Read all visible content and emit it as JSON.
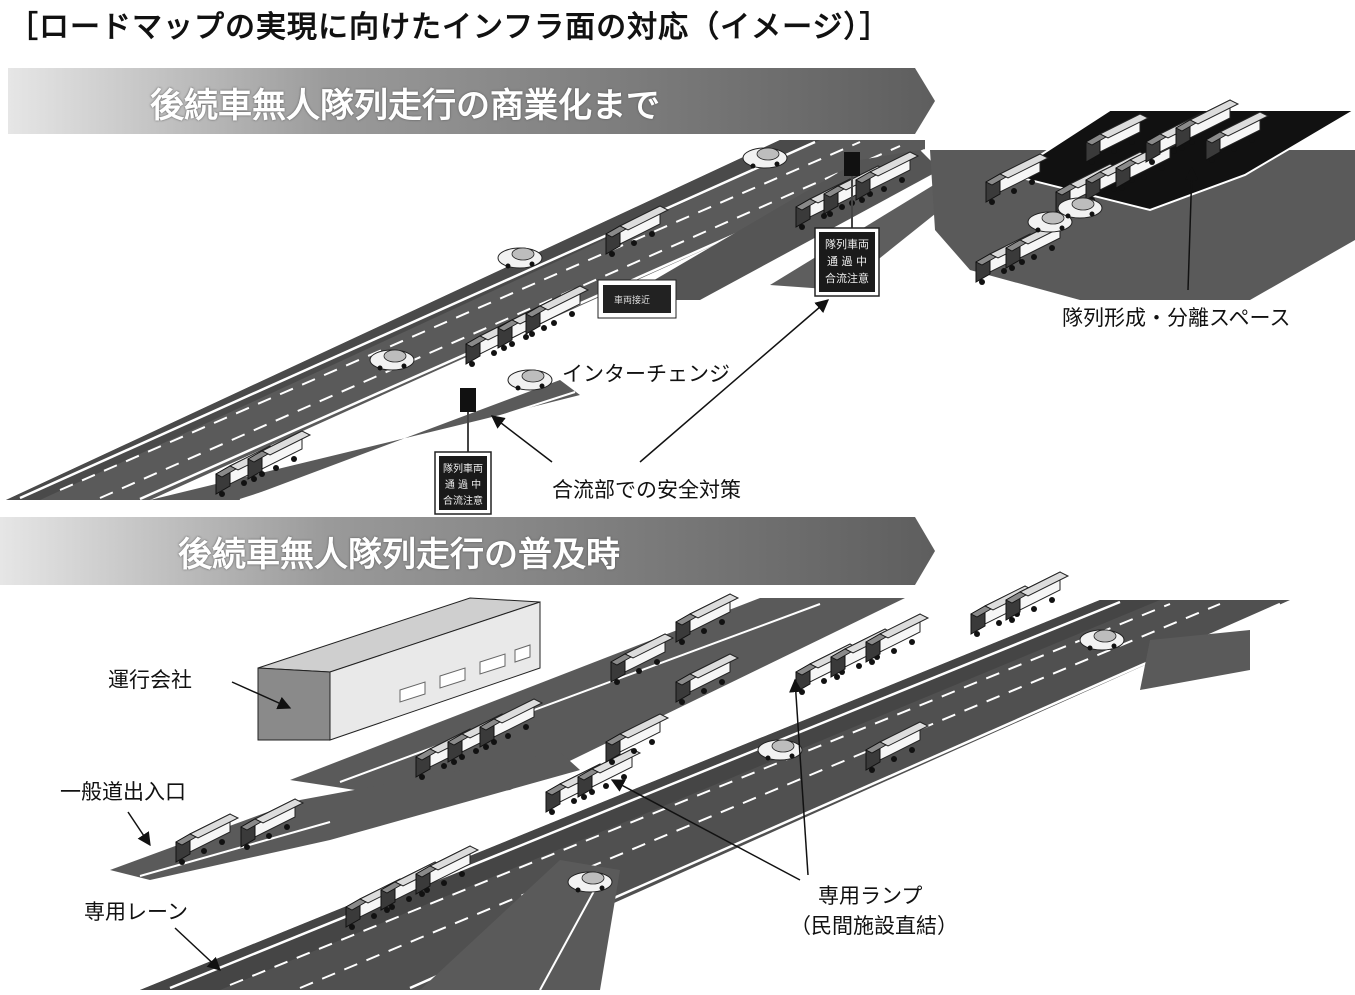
{
  "title": "［ロードマップの実現に向けたインフラ面の対応（イメージ）］",
  "banners": {
    "top": "後続車無人隊列走行の商業化まで",
    "bottom": "後続車無人隊列走行の普及時"
  },
  "labels": {
    "formation_space": "隊列形成・分離スペース",
    "interchange": "インターチェンジ",
    "merge_safety": "合流部での安全対策",
    "operator": "運行会社",
    "general_road": "一般道出入口",
    "dedicated_lane": "専用レーン",
    "dedicated_ramp_line1": "専用ランプ",
    "dedicated_ramp_line2": "（民間施設直結）"
  },
  "signs": {
    "merge_sign": [
      "隊列車両",
      "通 過 中",
      "合流注意"
    ],
    "vms_small": "車両接近"
  },
  "colors": {
    "road": "#5a5a5a",
    "road_edge": "#3a3a3a",
    "banner_dark": "#6e6e6e",
    "banner_light": "#e8e8e8",
    "truck_body": "#f4f4f4",
    "truck_cab": "#3b3b3b"
  }
}
